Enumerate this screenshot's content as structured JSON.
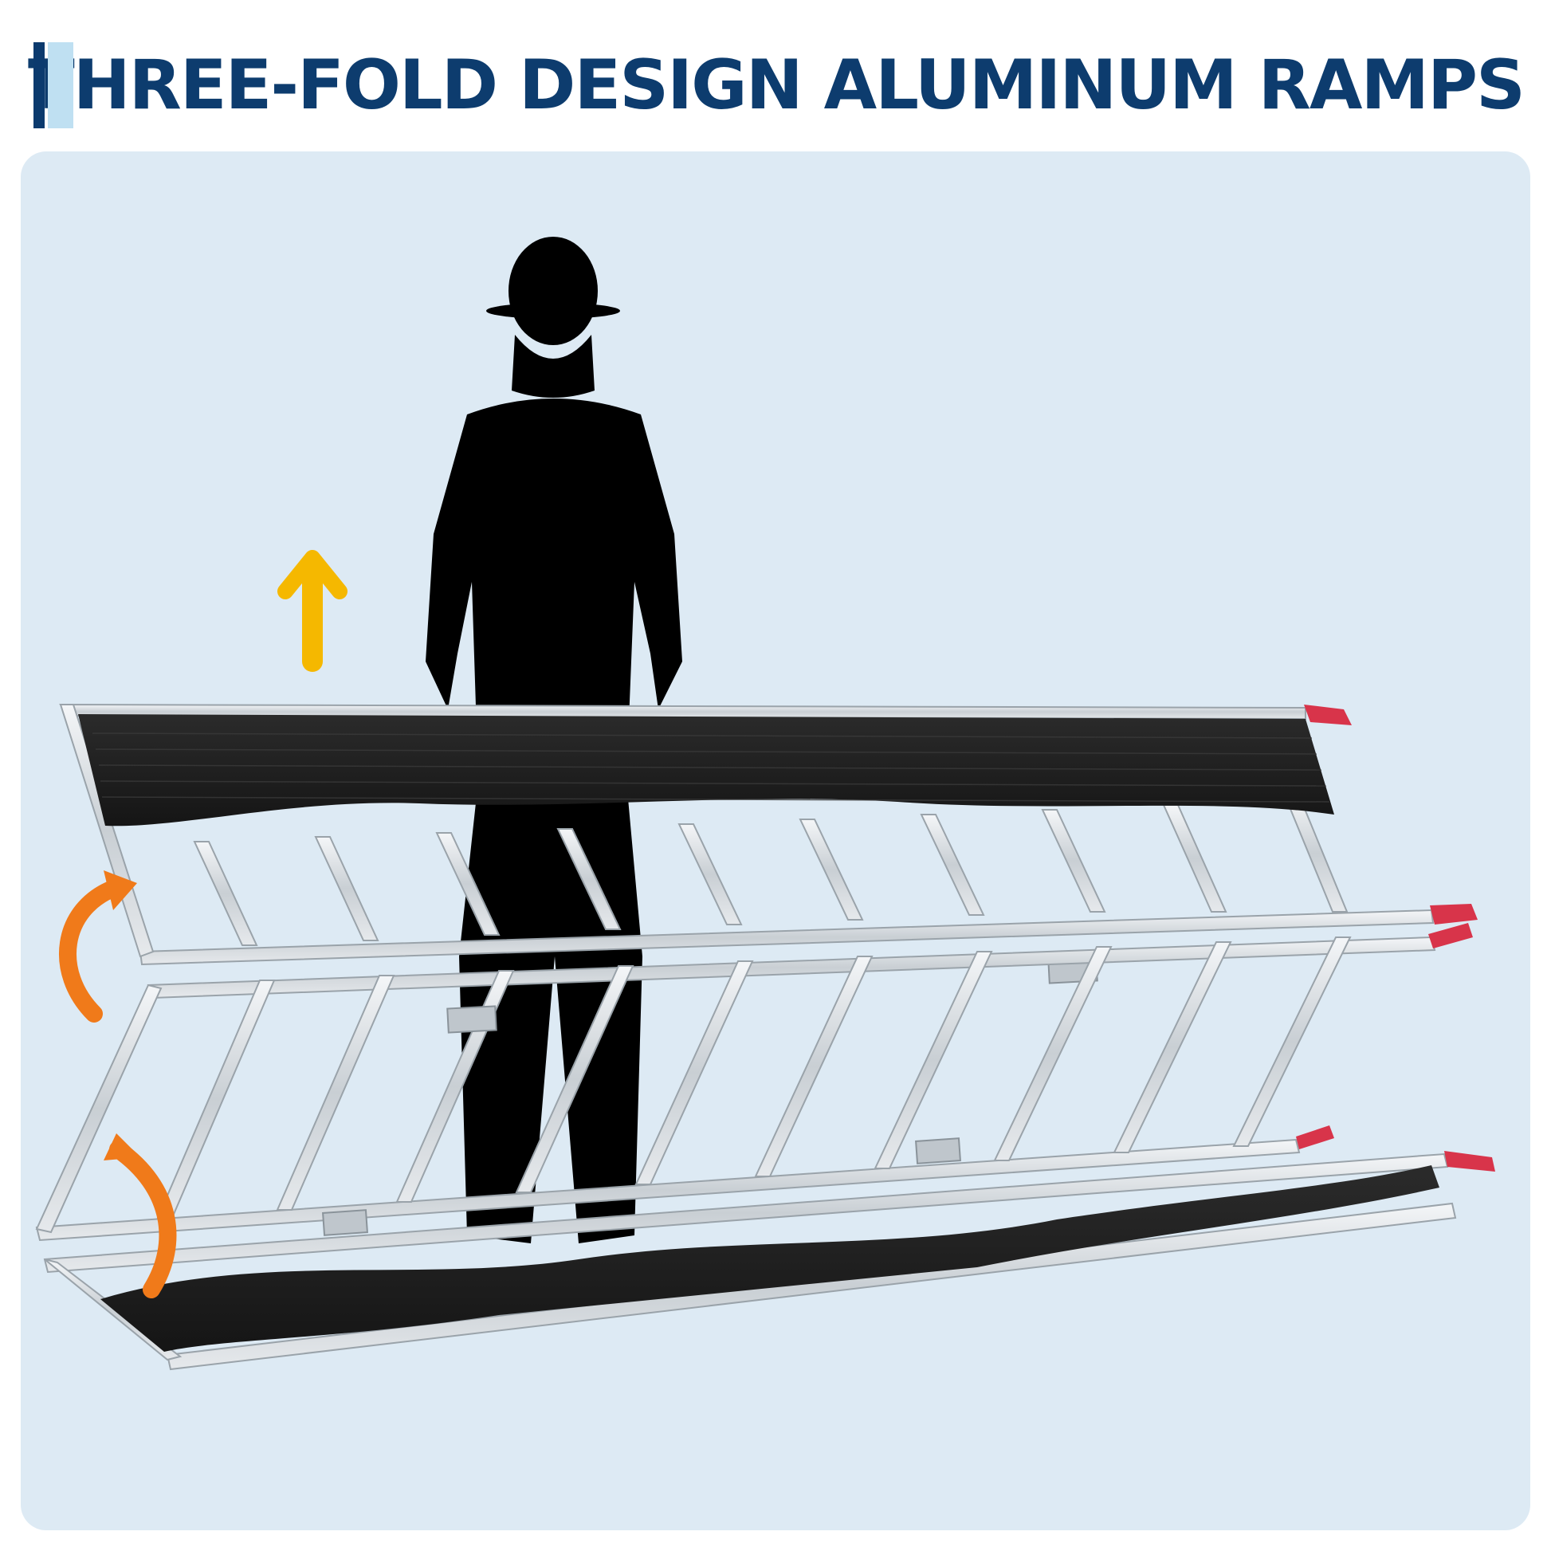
{
  "header": {
    "title": "THREE-FOLD DESIGN ALUMINUM RAMPS"
  },
  "colors": {
    "title": "#0d3c6e",
    "marker_dark": "#0b3a6e",
    "marker_light": "#bfe0f2",
    "panel_background": "#ddeaf4",
    "arrow_up": "#f5b800",
    "arrow_fold": "#f07a1a",
    "ramp_tip": "#d8344a",
    "rubber_mat": "#1e1e1e",
    "aluminum": "#cfd4d8",
    "silhouette": "#000000"
  },
  "illustration": {
    "subject": "person-silhouette",
    "product": "three-fold-aluminum-ramp",
    "arrows": [
      "arrow-up-icon",
      "fold-arrow-icon",
      "fold-arrow-icon"
    ]
  }
}
